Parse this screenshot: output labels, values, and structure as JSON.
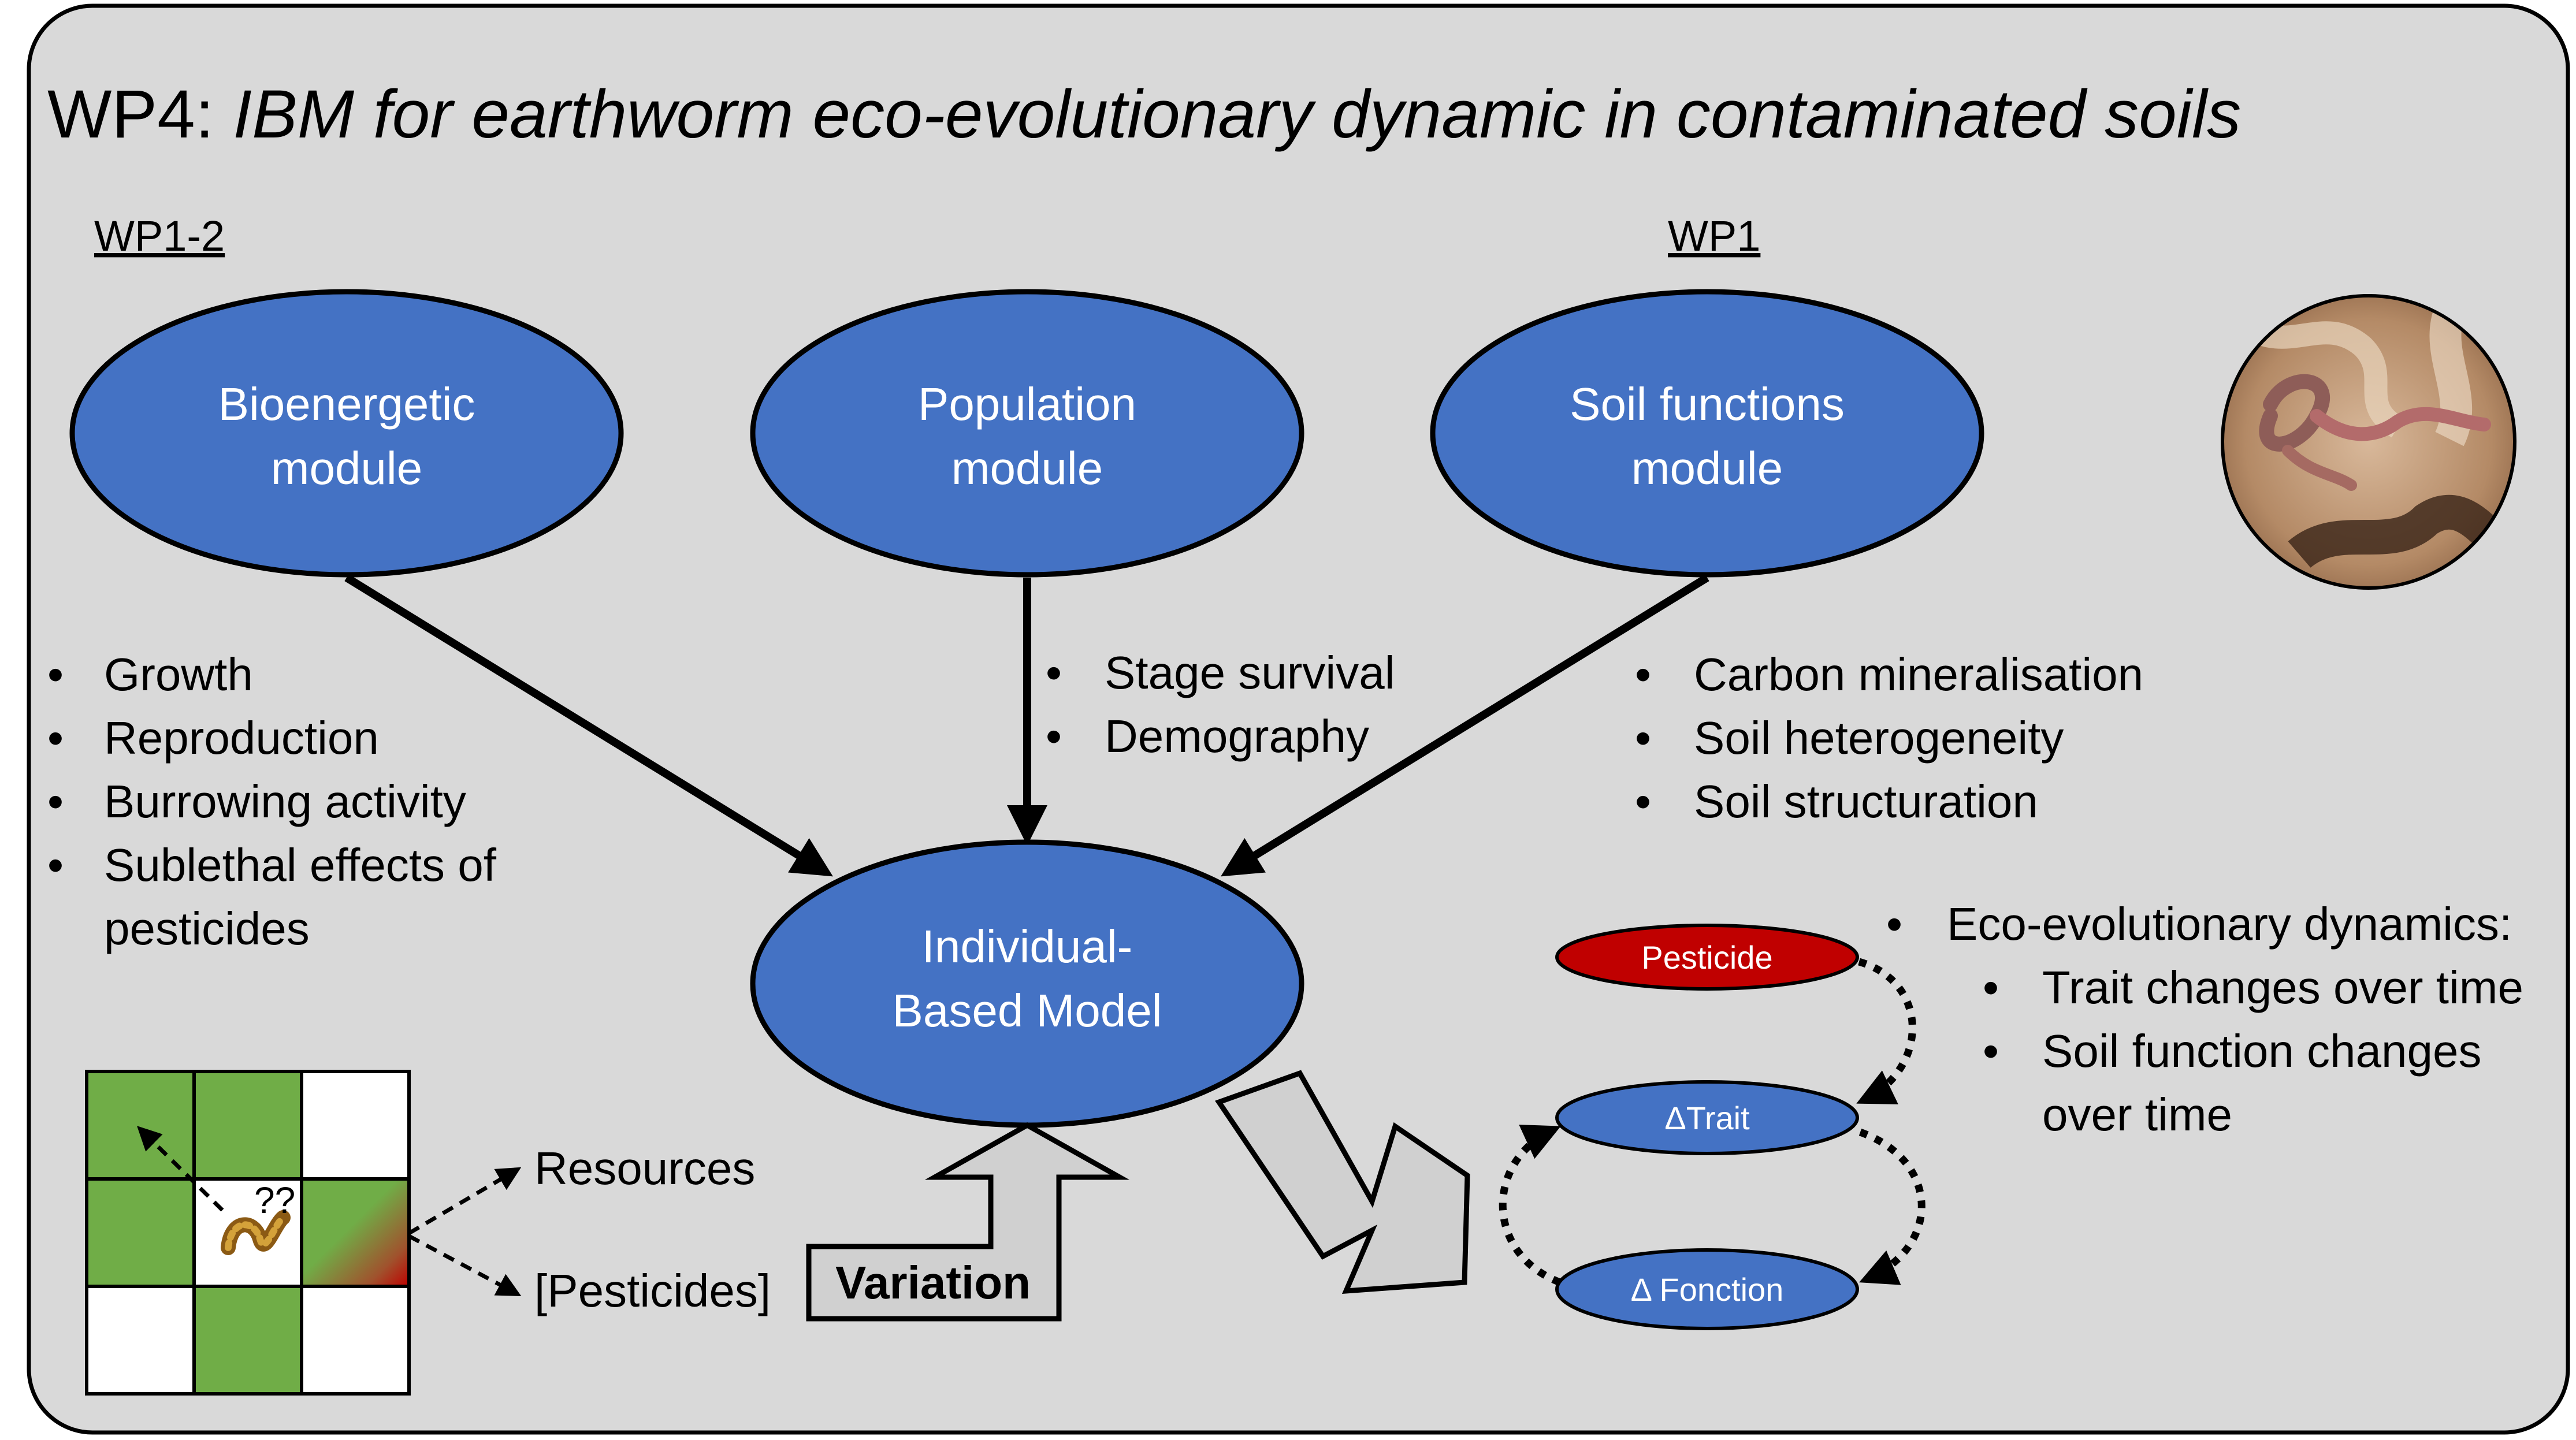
{
  "title": {
    "prefix": "WP4: ",
    "rest": "IBM for earthworm eco-evolutionary dynamic in contaminated soils"
  },
  "wp_labels": {
    "left": "WP1-2",
    "right": "WP1"
  },
  "modules": {
    "bioenergetic": [
      "Bioenergetic",
      "module"
    ],
    "population": [
      "Population",
      "module"
    ],
    "soil": [
      "Soil functions",
      "module"
    ],
    "ibm": [
      "Individual-",
      "Based Model"
    ]
  },
  "bullets": {
    "bioenergetic": [
      "Growth",
      "Reproduction",
      "Burrowing activity",
      "Sublethal effects of",
      "pesticides"
    ],
    "population": [
      "Stage survival",
      "Demography"
    ],
    "soil": [
      "Carbon mineralisation",
      "Soil heterogeneity",
      "Soil structuration"
    ]
  },
  "eco_evo": {
    "heading": "Eco-evolutionary dynamics:",
    "items": [
      "Trait changes over time",
      "Soil function changes",
      "over time"
    ]
  },
  "cycle": {
    "pesticide": "Pesticide",
    "trait": "ΔTrait",
    "function": "Δ Fonction"
  },
  "grid": {
    "question": "??",
    "resources": "Resources",
    "pesticides": "[Pesticides]",
    "cells": [
      "green",
      "green",
      "white",
      "green",
      "worm",
      "gradient",
      "white",
      "green",
      "white"
    ]
  },
  "variation": "Variation",
  "colors": {
    "panel_bg": "#d9d9d9",
    "module_fill": "#4472c4",
    "module_stroke": "#000000",
    "pesticide_fill": "#c00000",
    "grid_green": "#70ad47",
    "arrow_fill": "#d0d0d0"
  }
}
